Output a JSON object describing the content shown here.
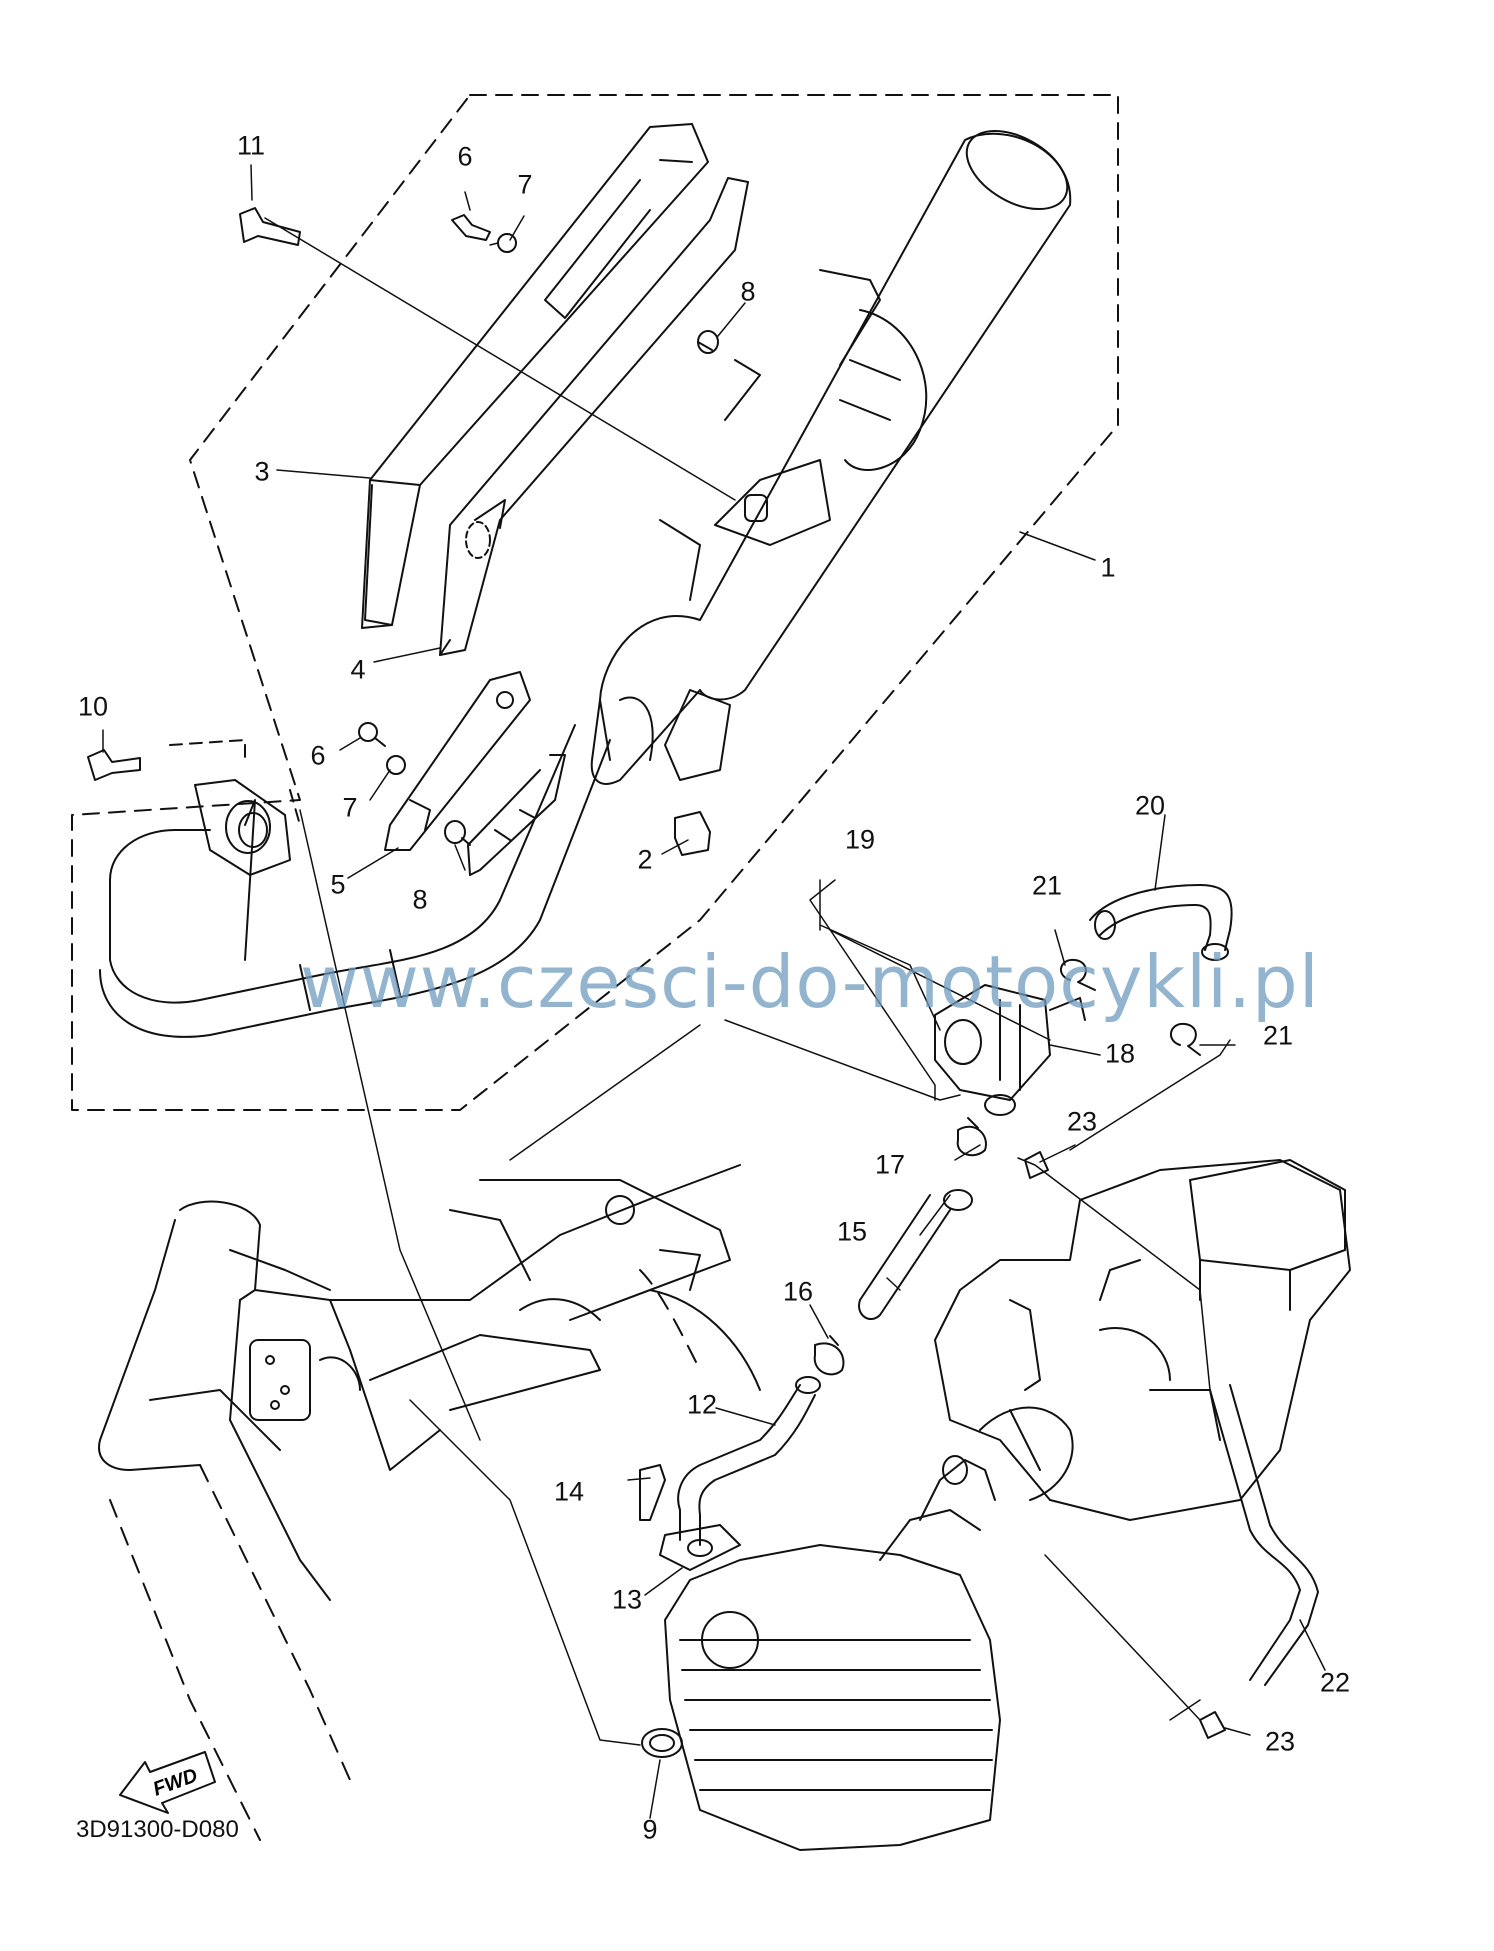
{
  "diagram": {
    "code": "3D91300-D080",
    "watermark": "www.czesci-do-motocykli.pl",
    "direction_badge": "FWD",
    "callouts": [
      {
        "id": "c1",
        "label": "1"
      },
      {
        "id": "c2",
        "label": "2"
      },
      {
        "id": "c3",
        "label": "3"
      },
      {
        "id": "c4",
        "label": "4"
      },
      {
        "id": "c5",
        "label": "5"
      },
      {
        "id": "c6a",
        "label": "6"
      },
      {
        "id": "c6b",
        "label": "6"
      },
      {
        "id": "c7a",
        "label": "7"
      },
      {
        "id": "c7b",
        "label": "7"
      },
      {
        "id": "c8a",
        "label": "8"
      },
      {
        "id": "c8b",
        "label": "8"
      },
      {
        "id": "c9",
        "label": "9"
      },
      {
        "id": "c10",
        "label": "10"
      },
      {
        "id": "c11",
        "label": "11"
      },
      {
        "id": "c12",
        "label": "12"
      },
      {
        "id": "c13",
        "label": "13"
      },
      {
        "id": "c14",
        "label": "14"
      },
      {
        "id": "c15",
        "label": "15"
      },
      {
        "id": "c16",
        "label": "16"
      },
      {
        "id": "c17",
        "label": "17"
      },
      {
        "id": "c18",
        "label": "18"
      },
      {
        "id": "c19",
        "label": "19"
      },
      {
        "id": "c20",
        "label": "20"
      },
      {
        "id": "c21a",
        "label": "21"
      },
      {
        "id": "c21b",
        "label": "21"
      },
      {
        "id": "c22",
        "label": "22"
      },
      {
        "id": "c23a",
        "label": "23"
      },
      {
        "id": "c23b",
        "label": "23"
      }
    ]
  }
}
